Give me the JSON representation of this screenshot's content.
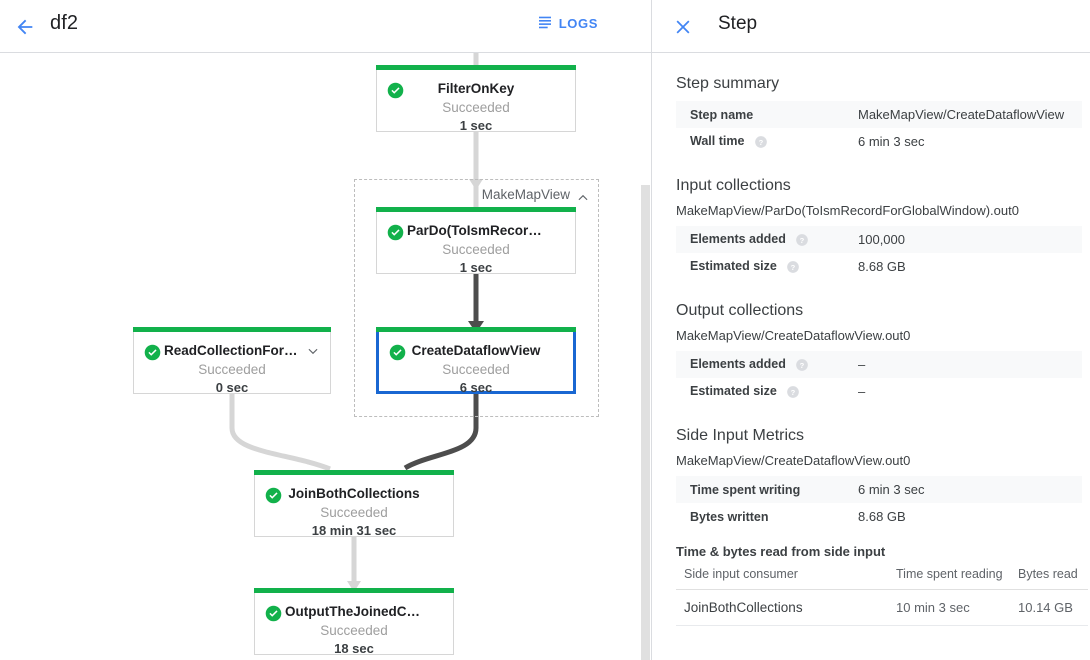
{
  "left": {
    "back_icon": "arrow-left-icon",
    "job_title": "df2",
    "logs_label": "LOGS",
    "logs_icon": "logs-list-icon",
    "group": {
      "label": "MakeMapView",
      "collapse_icon": "chevron-up-icon"
    },
    "nodes": [
      {
        "id": "filter-on-key",
        "name": "FilterOnKey",
        "status": "Succeeded",
        "duration": "1 sec",
        "status_icon": "check-circle-icon",
        "selected": false,
        "expandable": false
      },
      {
        "id": "pardo-toismrecordfor",
        "name": "ParDo(ToIsmRecordFor…",
        "status": "Succeeded",
        "duration": "1 sec",
        "status_icon": "check-circle-icon",
        "selected": false,
        "expandable": false
      },
      {
        "id": "create-dataflow-view",
        "name": "CreateDataflowView",
        "status": "Succeeded",
        "duration": "6 sec",
        "status_icon": "check-circle-icon",
        "selected": true,
        "expandable": false
      },
      {
        "id": "read-collection-for-join",
        "name": "ReadCollectionForJoin",
        "status": "Succeeded",
        "duration": "0 sec",
        "status_icon": "check-circle-icon",
        "selected": false,
        "expandable": true,
        "expand_icon": "chevron-down-icon"
      },
      {
        "id": "join-both-collections",
        "name": "JoinBothCollections",
        "status": "Succeeded",
        "duration": "18 min 31 sec",
        "status_icon": "check-circle-icon",
        "selected": false,
        "expandable": false
      },
      {
        "id": "output-the-joined-collec",
        "name": "OutputTheJoinedCollec…",
        "status": "Succeeded",
        "duration": "18 sec",
        "status_icon": "check-circle-icon",
        "selected": false,
        "expandable": false
      }
    ],
    "colors": {
      "status_bar_green": "#12b14b",
      "selected_border_blue": "#1967d2",
      "edge_normal": "#d6d6d6",
      "edge_highlight": "#4d4d4d"
    }
  },
  "right": {
    "close_icon": "close-icon",
    "title": "Step",
    "step_summary": {
      "heading": "Step summary",
      "rows": [
        {
          "label": "Step name",
          "value": "MakeMapView/CreateDataflowView",
          "help": false
        },
        {
          "label": "Wall time",
          "value": "6 min 3 sec",
          "help": true
        }
      ]
    },
    "input_collections": {
      "heading": "Input collections",
      "collection": "MakeMapView/ParDo(ToIsmRecordForGlobalWindow).out0",
      "rows": [
        {
          "label": "Elements added",
          "value": "100,000",
          "help": true
        },
        {
          "label": "Estimated size",
          "value": "8.68 GB",
          "help": true
        }
      ]
    },
    "output_collections": {
      "heading": "Output collections",
      "collection": "MakeMapView/CreateDataflowView.out0",
      "rows": [
        {
          "label": "Elements added",
          "value": "–",
          "help": true
        },
        {
          "label": "Estimated size",
          "value": "–",
          "help": true
        }
      ]
    },
    "side_input_metrics": {
      "heading": "Side Input Metrics",
      "collection": "MakeMapView/CreateDataflowView.out0",
      "rows": [
        {
          "label": "Time spent writing",
          "value": "6 min 3 sec",
          "help": false
        },
        {
          "label": "Bytes written",
          "value": "8.68 GB",
          "help": false
        }
      ],
      "sub_title": "Time & bytes read from side input",
      "columns": [
        "Side input consumer",
        "Time spent reading",
        "Bytes read"
      ],
      "table_rows": [
        [
          "JoinBothCollections",
          "10 min 3 sec",
          "10.14 GB"
        ]
      ]
    }
  }
}
